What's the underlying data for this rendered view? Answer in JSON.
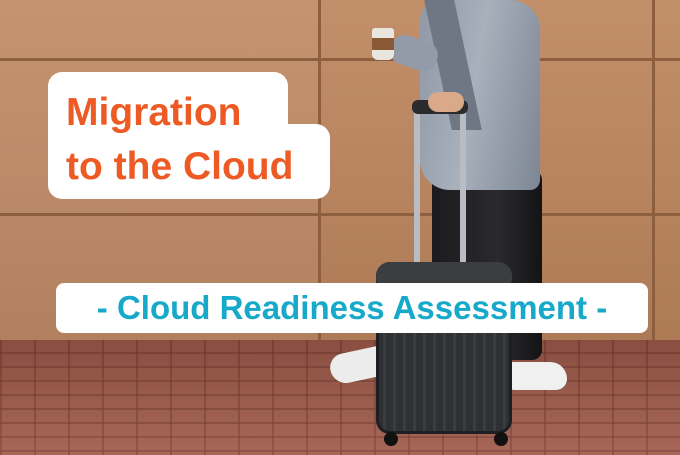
{
  "headline": {
    "line1": "Migration",
    "line2": "to the Cloud",
    "color": "#ee5a24"
  },
  "banner": {
    "text": "- Cloud Readiness Assessment -",
    "color": "#16a9c9"
  },
  "scene": {
    "description_icons": [
      "traveler-figure",
      "rolling-suitcase",
      "coffee-cup"
    ]
  }
}
